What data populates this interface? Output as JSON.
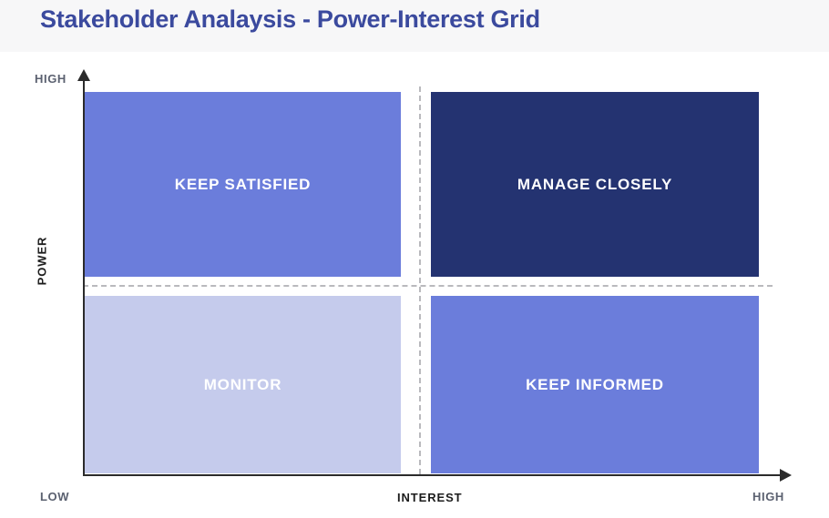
{
  "header": {
    "title": "Stakeholder Analaysis - Power-Interest Grid",
    "band_color": "#f7f7f8",
    "title_color": "#3b4a9e"
  },
  "axes": {
    "y_axis_label": "POWER",
    "y_axis_high": "HIGH",
    "x_axis_label": "INTEREST",
    "x_axis_low": "LOW",
    "x_axis_high": "HIGH",
    "axis_color": "#2b2b2b",
    "divider_color": "#b9b9bd"
  },
  "chart_data": {
    "type": "heatmap",
    "title": "Stakeholder Analaysis - Power-Interest Grid",
    "xlabel": "INTEREST",
    "ylabel": "POWER",
    "x_ticks": [
      "LOW",
      "HIGH"
    ],
    "y_ticks": [
      "",
      "HIGH"
    ],
    "xlim": [
      0,
      1
    ],
    "ylim": [
      0,
      1
    ],
    "grid": false,
    "legend": "none",
    "annotations": [
      "Dashed crosshair divides the plot into four quadrants at the midpoint of each axis"
    ],
    "quadrants": [
      {
        "id": "keep-satisfied",
        "label": "KEEP SATISFIED",
        "power": "HIGH",
        "interest": "LOW",
        "position": "top-left",
        "fill": "#6b7ddb",
        "text_color": "#ffffff",
        "x_range": [
          0,
          0.45
        ],
        "y_range": [
          0.55,
          1
        ]
      },
      {
        "id": "manage-closely",
        "label": "MANAGE CLOSELY",
        "power": "HIGH",
        "interest": "HIGH",
        "position": "top-right",
        "fill": "#243371",
        "text_color": "#ffffff",
        "x_range": [
          0.5,
          0.96
        ],
        "y_range": [
          0.55,
          1
        ]
      },
      {
        "id": "monitor",
        "label": "MONITOR",
        "power": "LOW",
        "interest": "LOW",
        "position": "bottom-left",
        "fill": "#c5cbec",
        "text_color": "#ffffff",
        "x_range": [
          0,
          0.45
        ],
        "y_range": [
          0,
          0.5
        ]
      },
      {
        "id": "keep-informed",
        "label": "KEEP INFORMED",
        "power": "LOW",
        "interest": "HIGH",
        "position": "bottom-right",
        "fill": "#6b7ddb",
        "text_color": "#ffffff",
        "x_range": [
          0.5,
          0.96
        ],
        "y_range": [
          0,
          0.5
        ]
      }
    ]
  }
}
